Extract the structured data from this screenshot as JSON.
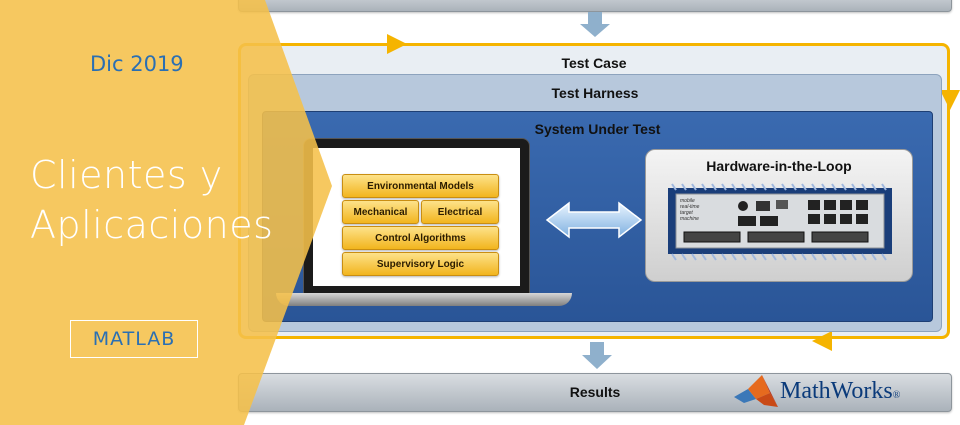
{
  "diagram": {
    "test_case": "Test Case",
    "test_harness": "Test Harness",
    "system_under_test": "System Under Test",
    "hil_title": "Hardware-in-the-Loop",
    "results": "Results",
    "models": {
      "environmental": "Environmental Models",
      "mechanical": "Mechanical",
      "electrical": "Electrical",
      "control": "Control Algorithms",
      "supervisory": "Supervisory Logic"
    },
    "machine_label": [
      "mobile",
      "real-time",
      "target",
      "machine"
    ]
  },
  "overlay": {
    "date": "Dic 2019",
    "title_line1": "Clientes y",
    "title_line2": "Aplicaciones",
    "tag": "MATLAB"
  },
  "brand": {
    "name": "MathWorks",
    "reg": "®"
  },
  "colors": {
    "overlay": "#f5c04a",
    "accent_yellow": "#f5b400",
    "sut_blue": "#2f5fa6",
    "harness_blue": "#a9bdd6",
    "overlay_text": "#2a6fb3"
  }
}
